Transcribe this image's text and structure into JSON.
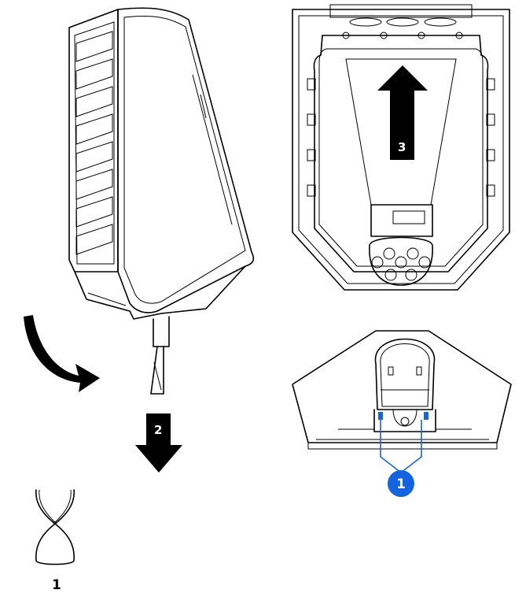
{
  "steps": {
    "rotate": "1",
    "pull_down": "2",
    "push_up": "3"
  },
  "callout": {
    "number": "1",
    "color": "#1463e0"
  },
  "part_caption": "1",
  "icons": [
    "curved-rotate-arrow-icon",
    "down-arrow-icon",
    "up-arrow-icon",
    "tool-clip-icon"
  ]
}
